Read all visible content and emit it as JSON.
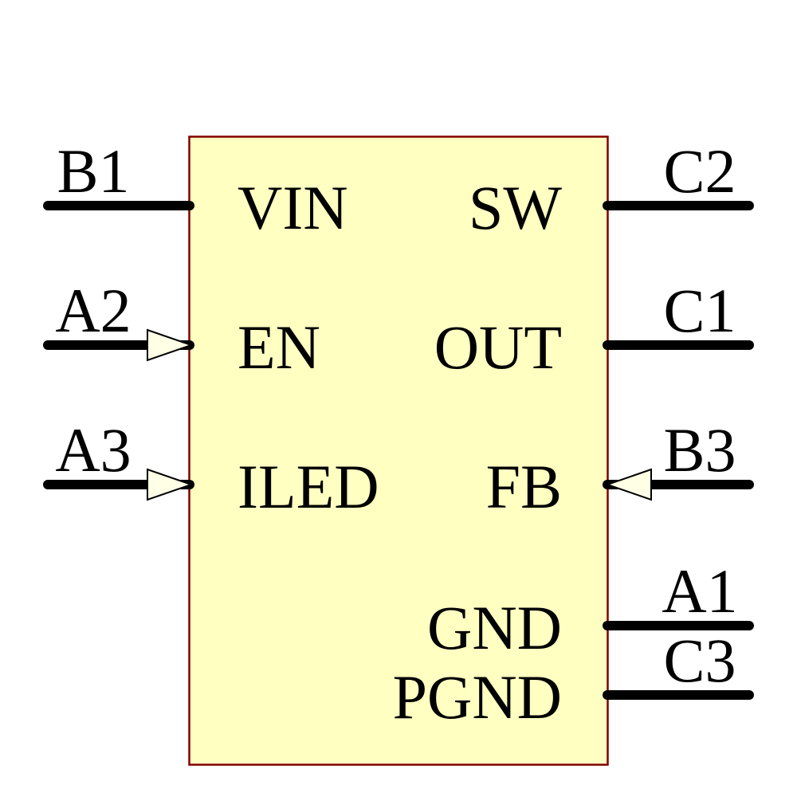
{
  "colors": {
    "background": "#FFFFFF",
    "body_fill": "#FFFFC2",
    "body_border": "#800000",
    "pin_line": "#000000",
    "arrow_fill": "#FFFFE6",
    "text": "#000000"
  },
  "component": {
    "kind": "schematic-symbol",
    "pins": [
      {
        "number": "B1",
        "name": "VIN",
        "side": "left",
        "arrow": false
      },
      {
        "number": "A2",
        "name": "EN",
        "side": "left",
        "arrow": true
      },
      {
        "number": "A3",
        "name": "ILED",
        "side": "left",
        "arrow": true
      },
      {
        "number": "C2",
        "name": "SW",
        "side": "right",
        "arrow": false
      },
      {
        "number": "C1",
        "name": "OUT",
        "side": "right",
        "arrow": false
      },
      {
        "number": "B3",
        "name": "FB",
        "side": "right",
        "arrow": true
      },
      {
        "number": "A1",
        "name": "GND",
        "side": "right",
        "arrow": false
      },
      {
        "number": "C3",
        "name": "PGND",
        "side": "right",
        "arrow": false
      }
    ]
  }
}
